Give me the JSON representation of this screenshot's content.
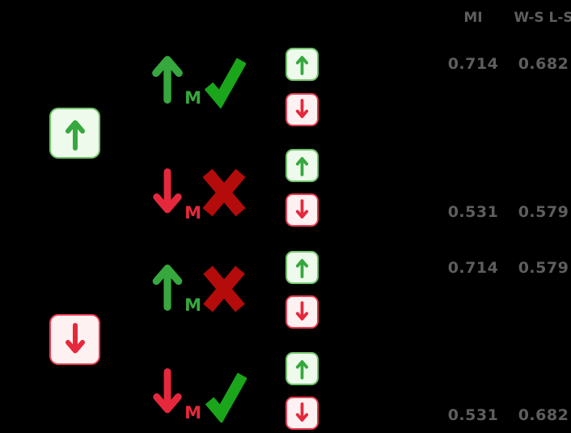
{
  "colors": {
    "background": "#000000",
    "green_fill": "#eefaec",
    "green_border": "#6fc368",
    "green_arrow": "#36a83e",
    "check_green": "#1aa51a",
    "pink_fill": "#fdf1f1",
    "red_border": "#e93b50",
    "red_arrow": "#e6283c",
    "cross_red": "#b40b0b",
    "text_gray": "#5e5e5e"
  },
  "header": {
    "mi": "MI",
    "wsls": "W-S L-S"
  },
  "model_subscript": "M",
  "icons": {
    "actual_up": "up-arrow-icon",
    "actual_down": "down-arrow-icon",
    "prediction_correct": "check-icon",
    "prediction_incorrect": "cross-icon",
    "outcome_up": "up-arrow-icon",
    "outcome_down": "down-arrow-icon"
  },
  "results": [
    {
      "mi": "0.714",
      "wsls": "0.682"
    },
    {
      "mi": "0.531",
      "wsls": "0.579"
    },
    {
      "mi": "0.714",
      "wsls": "0.579"
    },
    {
      "mi": "0.531",
      "wsls": "0.682"
    }
  ]
}
